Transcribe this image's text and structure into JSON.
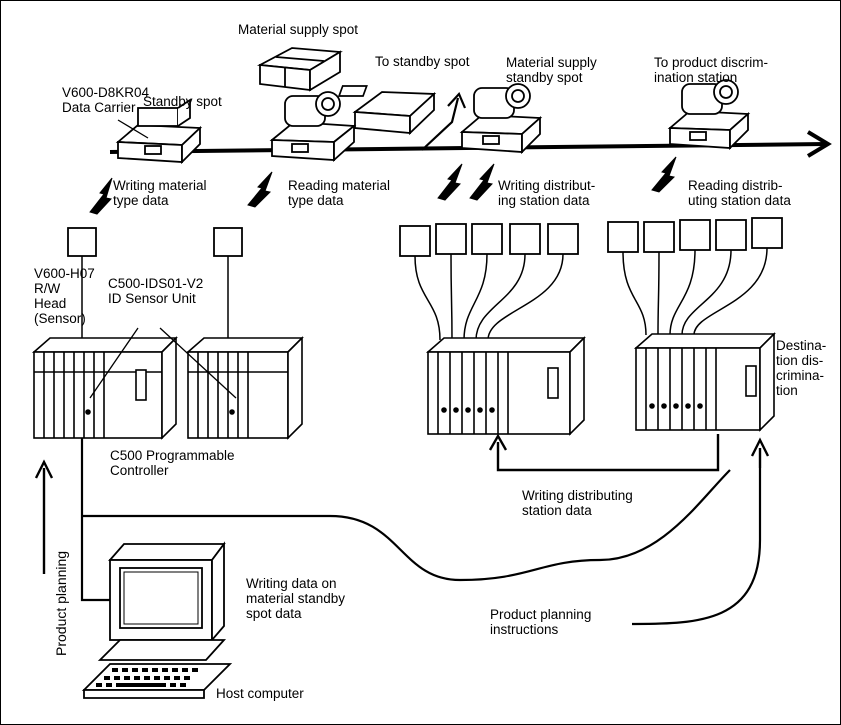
{
  "labels": {
    "material_supply_spot": "Material supply spot",
    "to_standby_spot": "To standby spot",
    "material_supply_standby_spot": "Material supply\nstandby spot",
    "to_product_discrimination_station": "To product discrim-\nination station",
    "data_carrier": "V600-D8KR04\nData Carrier",
    "standby_spot": "Standby spot",
    "writing_material_type_data": "Writing material\ntype data",
    "reading_material_type_data": "Reading material\ntype data",
    "writing_distributing_station_data_top": "Writing distribut-\ning station data",
    "reading_distributing_station_data": "Reading distrib-\nuting station data",
    "rw_head": "V600-H07\nR/W\nHead\n(Sensor)",
    "id_sensor_unit": "C500-IDS01-V2\nID Sensor Unit",
    "destination_discrimination": "Destina-\ntion dis-\ncrimina-\ntion",
    "programmable_controller": "C500 Programmable\nController",
    "writing_distributing_station_data_bottom": "Writing distributing\nstation data",
    "product_planning": "Product planning",
    "writing_data_on_standby": "Writing data on\nmaterial standby\nspot data",
    "product_planning_instructions": "Product planning\ninstructions",
    "host_computer": "Host computer"
  },
  "icons": {
    "carrier": "carrier-icon",
    "sensor_head": "rw-head-icon",
    "plc": "plc-rack-icon",
    "computer": "host-computer-icon",
    "signal": "lightning-bolt-icon"
  },
  "colors": {
    "ink": "#000000",
    "background": "#ffffff"
  }
}
